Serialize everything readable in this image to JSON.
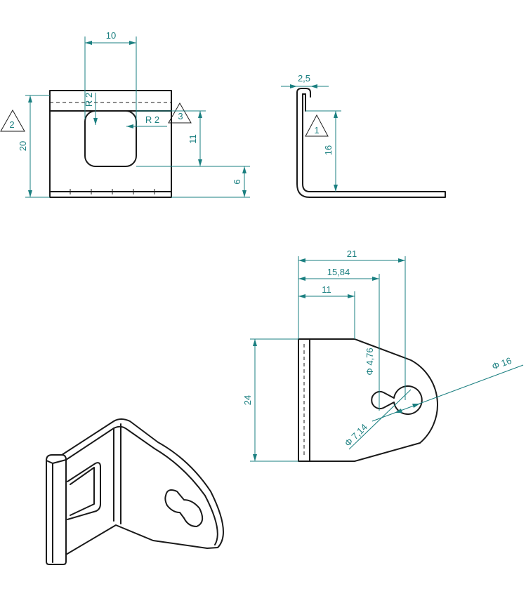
{
  "front_view": {
    "width_dim": "10",
    "radius_top": "R 2",
    "radius_side": "R 2",
    "height_dim": "20",
    "slot_height_dim": "11",
    "base_dim": "6",
    "detail_2": "2",
    "detail_3": "3"
  },
  "side_view": {
    "thickness_dim": "2,5",
    "height_dim": "16",
    "detail_1": "1"
  },
  "top_view": {
    "length_dim": "21",
    "mid_dim": "15,84",
    "short_dim": "11",
    "width_dim": "24",
    "small_dia": "Φ 4,76",
    "mid_dia": "Φ 7,14",
    "large_dia": "Φ 16"
  },
  "colors": {
    "dimension": "#1a7f80",
    "outline": "#1a1a1a"
  }
}
